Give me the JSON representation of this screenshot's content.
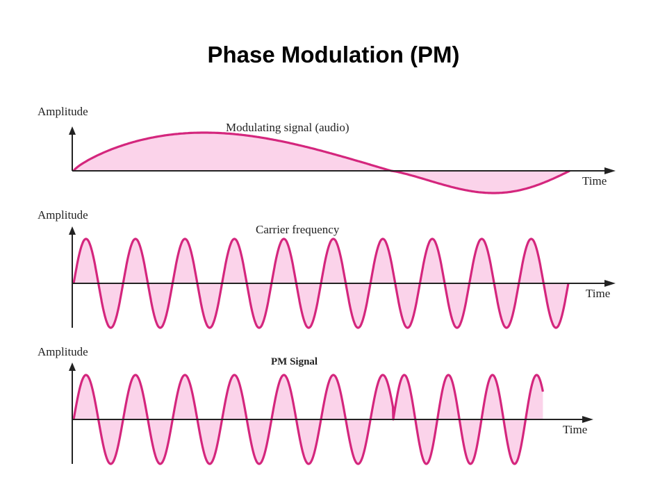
{
  "title": "Phase Modulation (PM)",
  "colors": {
    "wave": "#d4267d",
    "fill": "#fbd3ea",
    "axis": "#222222"
  },
  "panels": [
    {
      "id": "modulating",
      "y_axis_label": "Amplitude",
      "x_axis_label": "Time",
      "signal_label": "Modulating signal (audio)"
    },
    {
      "id": "carrier",
      "y_axis_label": "Amplitude",
      "x_axis_label": "Time",
      "signal_label": "Carrier frequency"
    },
    {
      "id": "pm",
      "y_axis_label": "Amplitude",
      "x_axis_label": "Time",
      "signal_label": "PM Signal"
    }
  ]
}
